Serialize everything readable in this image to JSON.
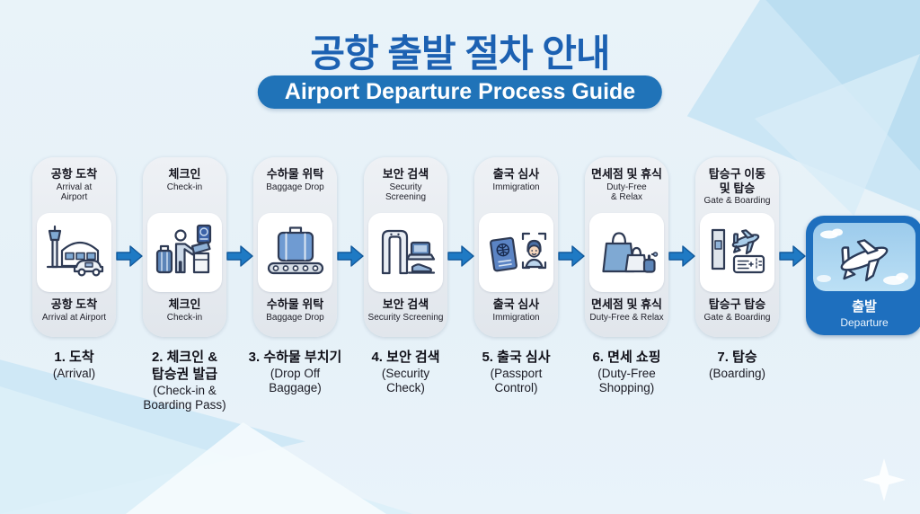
{
  "header": {
    "title": "공항 출발 절차 안내",
    "subtitle": "Airport Departure Process Guide"
  },
  "steps": [
    {
      "top_ko": "공항 도착",
      "top_en": "Arrival at\nAirport",
      "icon": "airport-terminal-icon",
      "bottom_ko": "공항 도착",
      "bottom_en": "Arrival at Airport",
      "step_ko": "1. 도착",
      "step_en": "(Arrival)"
    },
    {
      "top_ko": "체크인",
      "top_en": "Check-in",
      "icon": "check-in-kiosk-icon",
      "bottom_ko": "체크인",
      "bottom_en": "Check-in",
      "step_ko": "2. 체크인 &\n탑승권 발급",
      "step_en": "(Check-in &\nBoarding Pass)"
    },
    {
      "top_ko": "수하물 위탁",
      "top_en": "Baggage Drop",
      "icon": "baggage-conveyor-icon",
      "bottom_ko": "수하물 위탁",
      "bottom_en": "Baggage Drop",
      "step_ko": "3. 수하물 부치기",
      "step_en": "(Drop Off\nBaggage)"
    },
    {
      "top_ko": "보안 검색",
      "top_en": "Security\nScreening",
      "icon": "security-scanner-icon",
      "bottom_ko": "보안 검색",
      "bottom_en": "Security Screening",
      "step_ko": "4. 보안 검색",
      "step_en": "(Security\nCheck)"
    },
    {
      "top_ko": "출국 심사",
      "top_en": "Immigration",
      "icon": "passport-face-scan-icon",
      "bottom_ko": "출국 심사",
      "bottom_en": "Immigration",
      "step_ko": "5. 출국 심사",
      "step_en": "(Passport\nControl)"
    },
    {
      "top_ko": "면세점 및 휴식",
      "top_en": "Duty-Free\n& Relax",
      "icon": "shopping-bags-icon",
      "bottom_ko": "면세점 및 휴식",
      "bottom_en": "Duty-Free & Relax",
      "step_ko": "6. 면세 쇼핑",
      "step_en": "(Duty-Free\nShopping)"
    },
    {
      "top_ko": "탑승구 이동\n및 탑승",
      "top_en": "Gate & Boarding",
      "icon": "gate-boarding-icon",
      "bottom_ko": "탑승구 탑승",
      "bottom_en": "Gate & Boarding",
      "step_ko": "7. 탑승",
      "step_en": "(Boarding)"
    }
  ],
  "final": {
    "ko": "출발",
    "en": "Departure",
    "icon": "departing-airplane-icon"
  },
  "colors": {
    "title_blue": "#1c61b2",
    "pill_blue": "#2073b8",
    "arrow_blue": "#1f7ac4",
    "departure_card_blue": "#1e6fbe",
    "card_background": "#e5e9ee",
    "sky_blue": "#a9d4ef",
    "background": "#e9f3f9"
  }
}
